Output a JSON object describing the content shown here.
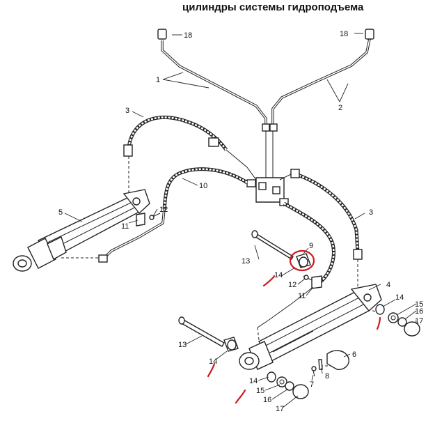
{
  "title": "цилиндры системы гидроподъема",
  "callouts": {
    "c18a": "18",
    "c18b": "18",
    "c1": "1",
    "c2": "2",
    "c3a": "3",
    "c3b": "3",
    "c10": "10",
    "c5": "5",
    "c11a": "11",
    "c12a": "12",
    "c9": "9",
    "c13a": "13",
    "c14a": "14",
    "c12b": "12",
    "c11b": "11",
    "c4": "4",
    "c14b": "14",
    "c15a": "15",
    "c16a": "16",
    "c17a": "17",
    "c13b": "13",
    "c14c": "14",
    "c6": "6",
    "c7": "7",
    "c8": "8",
    "c14d": "14",
    "c15b": "15",
    "c16b": "16",
    "c17b": "17"
  },
  "colors": {
    "highlight": "#d0181e",
    "ink": "#222222"
  }
}
